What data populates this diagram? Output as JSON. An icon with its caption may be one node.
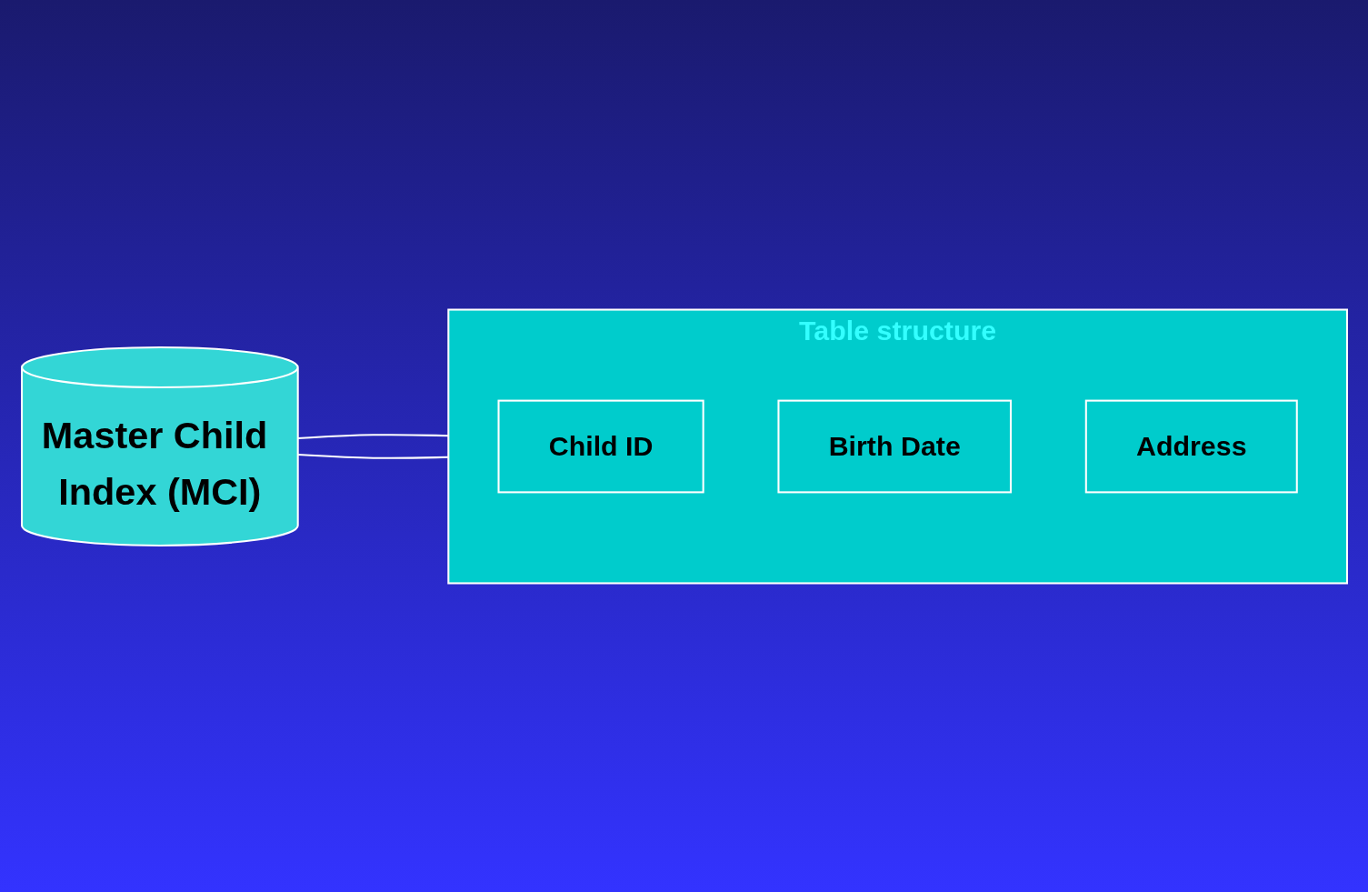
{
  "diagram": {
    "nodes": [
      {
        "text": [
          "Master Child Index (MCI)"
        ]
      },
      {
        "text": [
          "Table structure"
        ]
      },
      {
        "text": [
          "Child ID"
        ],
        "in": 1
      },
      {
        "text": [
          "Birth Date"
        ],
        "in": 1
      },
      {
        "text": [
          "Address"
        ],
        "in": 1
      }
    ],
    "edges": [
      {
        "from": 0,
        "to": 1,
        "arrow": "none"
      },
      {
        "from": 0,
        "to": 1,
        "arrow": "none"
      }
    ]
  }
}
